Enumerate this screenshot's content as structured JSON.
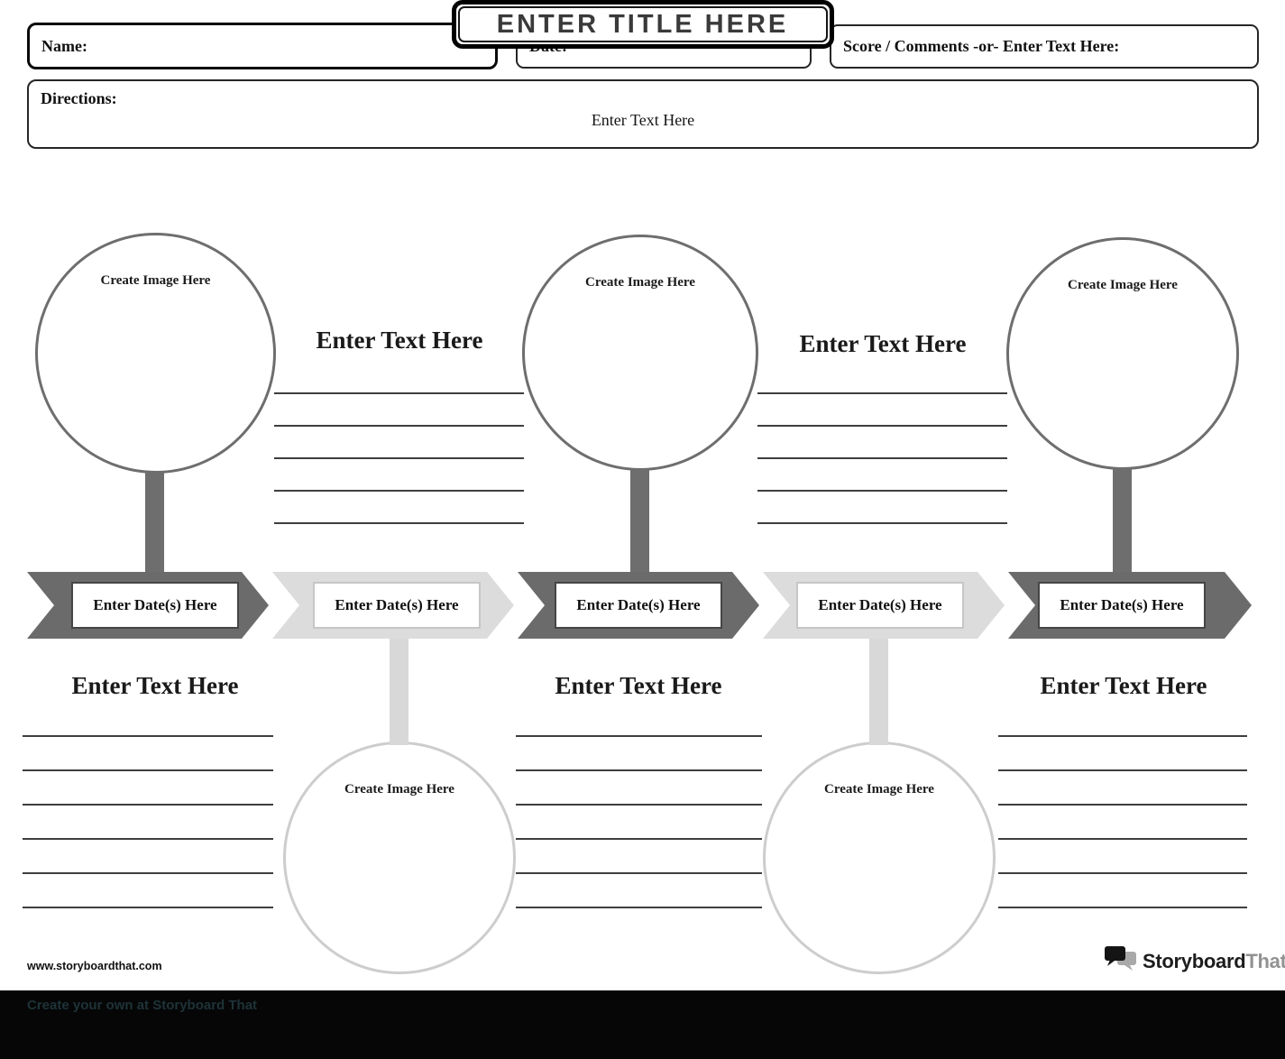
{
  "header": {
    "name_label": "Name:",
    "date_label": "Date:",
    "score_label": "Score / Comments -or- Enter Text Here:",
    "directions_label": "Directions:",
    "directions_text": "Enter Text Here"
  },
  "title": "ENTER TITLE HERE",
  "timeline": {
    "events": [
      {
        "date": "Enter Date(s) Here",
        "image_label": "Create Image Here",
        "text_heading": "Enter Text Here",
        "image_position": "top"
      },
      {
        "date": "Enter Date(s) Here",
        "image_label": "Create Image Here",
        "text_heading": "Enter Text Here",
        "image_position": "bottom"
      },
      {
        "date": "Enter Date(s) Here",
        "image_label": "Create Image Here",
        "text_heading": "Enter Text Here",
        "image_position": "top"
      },
      {
        "date": "Enter Date(s) Here",
        "image_label": "Create Image Here",
        "text_heading": "Enter Text Here",
        "image_position": "bottom"
      },
      {
        "date": "Enter Date(s) Here",
        "image_label": "Create Image Here",
        "text_heading": "Enter Text Here",
        "image_position": "top"
      }
    ]
  },
  "footer": {
    "website": "www.storyboardthat.com",
    "logo_primary": "Storyboard",
    "logo_secondary": "That",
    "banner_text": "Create your own at Storyboard That"
  },
  "colors": {
    "arrow_dark": "#6b6b6b",
    "arrow_light": "#dcdcdc",
    "circle_border_dark": "#6e6e6e",
    "circle_border_light": "#cdcdcd",
    "writing_line": "#3e3e3e",
    "title_text": "#3a3a3a",
    "banner_background": "#060606"
  }
}
